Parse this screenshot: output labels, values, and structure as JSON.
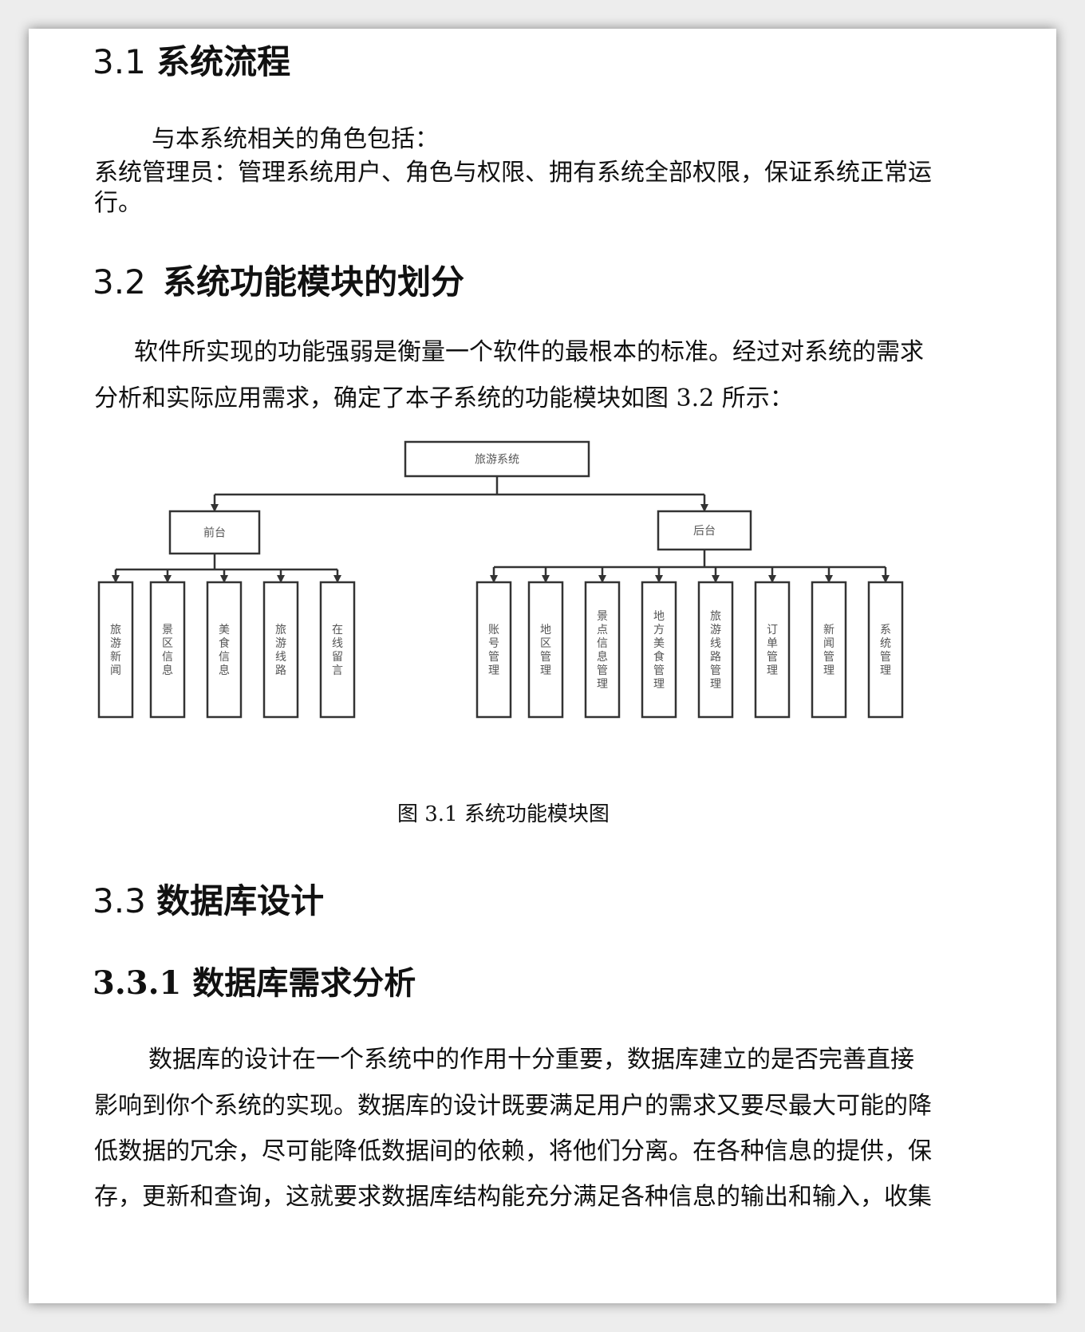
{
  "section_3_1": {
    "number": "3.1",
    "title": "系统流程",
    "intro": "与本系统相关的角色包括：",
    "line1": "系统管理员：管理系统用户、角色与权限、拥有系统全部权限，保证系统正常运",
    "line2": "行。"
  },
  "section_3_2": {
    "number": "3.2",
    "title": "系统功能模块的划分",
    "para_line1": "软件所实现的功能强弱是衡量一个软件的最根本的标准。经过对系统的需求",
    "para_line2": "分析和实际应用需求，确定了本子系统的功能模块如图 3.2 所示："
  },
  "diagram": {
    "root": "旅游系统",
    "front": {
      "label": "前台",
      "children": [
        "旅游新闻",
        "景区信息",
        "美食信息",
        "旅游线路",
        "在线留言"
      ]
    },
    "back": {
      "label": "后台",
      "children": [
        "账号管理",
        "地区管理",
        "景点信息管理",
        "地方美食管理",
        "旅游线路管理",
        "订单管理",
        "新闻管理",
        "系统管理"
      ]
    }
  },
  "figure_caption": "图 3.1  系统功能模块图",
  "section_3_3": {
    "number": "3.3",
    "title": "数据库设计"
  },
  "section_3_3_1": {
    "title": "3.3.1 数据库需求分析",
    "lines": [
      "数据库的设计在一个系统中的作用十分重要，数据库建立的是否完善直接",
      "影响到你个系统的实现。数据库的设计既要满足用户的需求又要尽最大可能的降",
      "低数据的冗余，尽可能降低数据间的依赖，将他们分离。在各种信息的提供，保",
      "存，更新和查询，这就要求数据库结构能充分满足各种信息的输出和输入，收集"
    ]
  }
}
